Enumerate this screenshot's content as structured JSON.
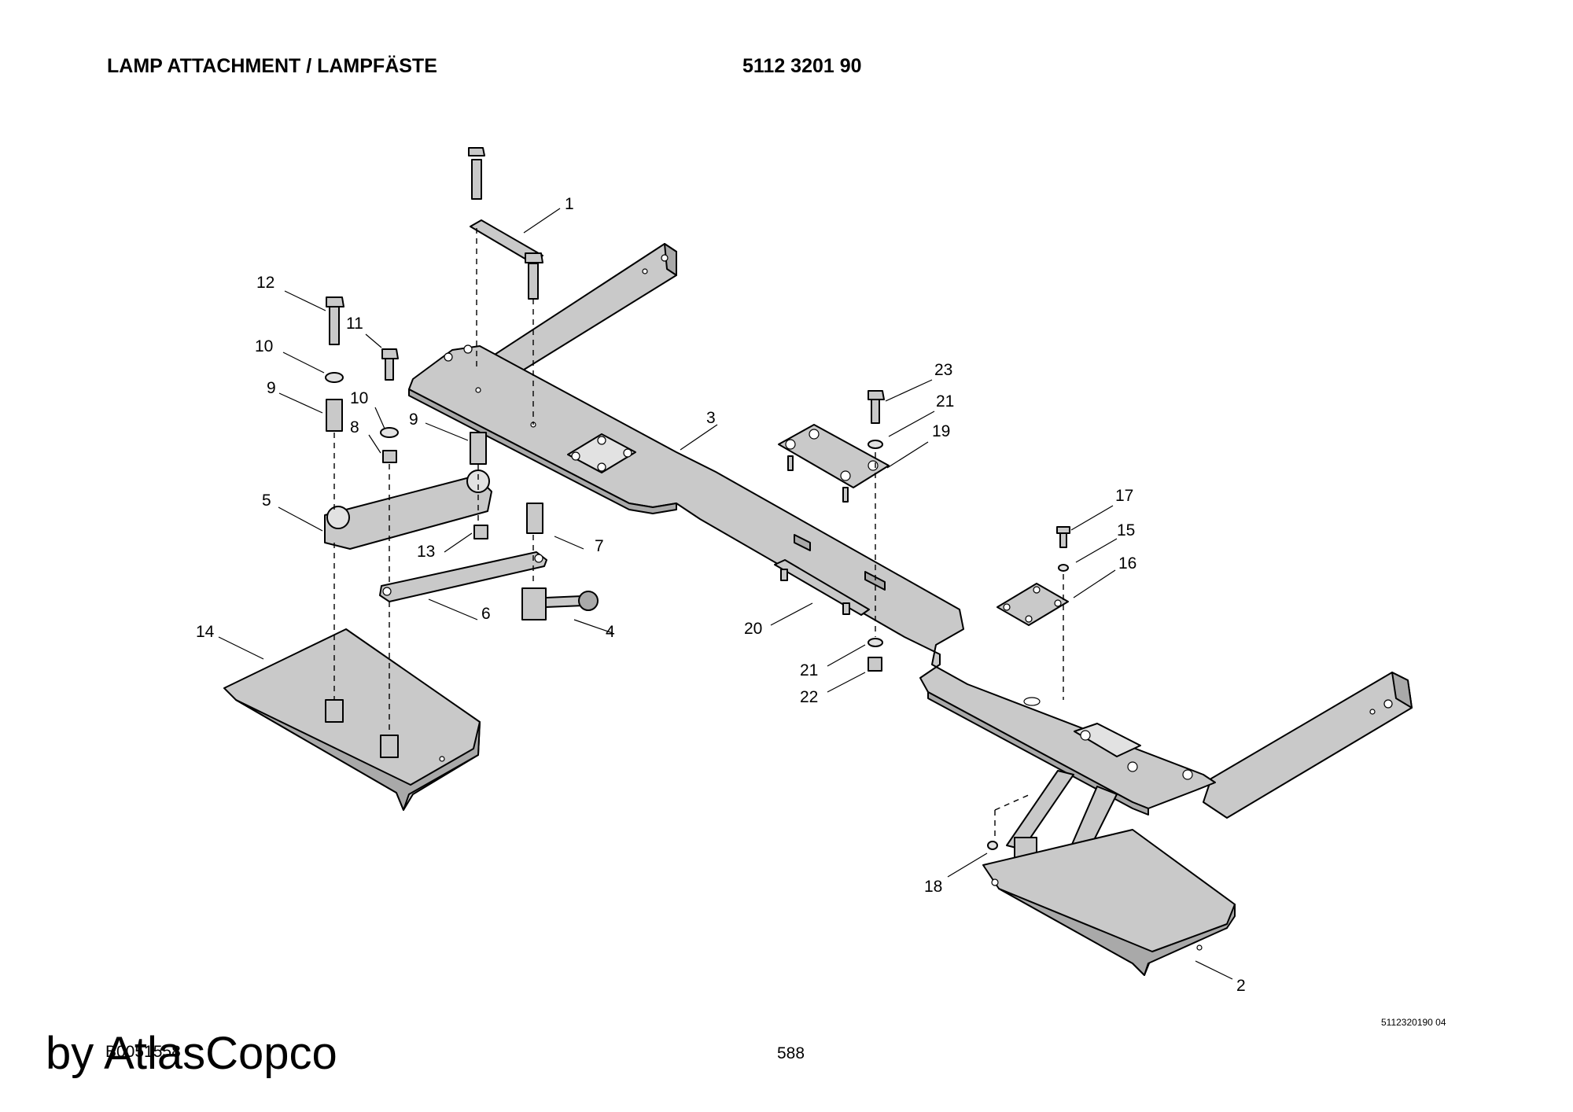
{
  "header": {
    "title": "LAMP ATTACHMENT / LAMPFÄSTE",
    "part_number": "5112 3201 90"
  },
  "footer": {
    "page_number": "588",
    "document_code": "5112320190 04",
    "figure_code": "B0051558",
    "watermark": "by AtlasCopco"
  },
  "callouts": [
    "1",
    "2",
    "3",
    "4",
    "5",
    "6",
    "7",
    "8",
    "9",
    "9",
    "10",
    "10",
    "11",
    "12",
    "13",
    "14",
    "15",
    "16",
    "17",
    "18",
    "19",
    "20",
    "21",
    "21",
    "22",
    "23"
  ]
}
